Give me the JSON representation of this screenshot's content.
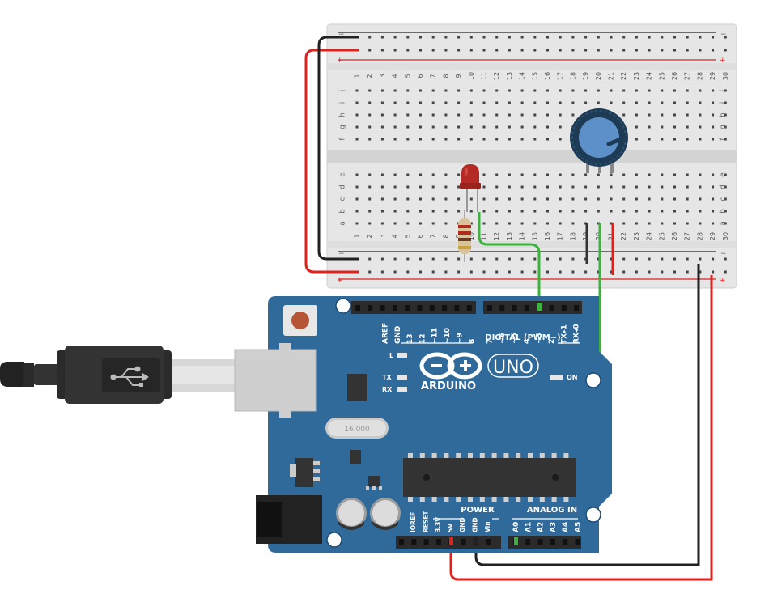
{
  "breadboard": {
    "column_numbers": [
      "1",
      "2",
      "3",
      "4",
      "5",
      "6",
      "7",
      "8",
      "9",
      "10",
      "11",
      "12",
      "13",
      "14",
      "15",
      "16",
      "17",
      "18",
      "19",
      "20",
      "21",
      "22",
      "23",
      "24",
      "25",
      "26",
      "27",
      "28",
      "29",
      "30"
    ],
    "row_letters_top": [
      "j",
      "i",
      "h",
      "g",
      "f"
    ],
    "row_letters_bottom": [
      "e",
      "d",
      "c",
      "b",
      "a"
    ],
    "rail_minus": "−",
    "rail_plus": "+"
  },
  "arduino": {
    "brand": "ARDUINO",
    "model": "UNO",
    "on_label": "ON",
    "led_labels": [
      "L",
      "TX",
      "RX"
    ],
    "digital_header": "DIGITAL (PWM~)",
    "digital_pins": [
      "AREF",
      "GND",
      "13",
      "12",
      "~11",
      "~10",
      "~9",
      "8",
      "7",
      "~6",
      "~5",
      "4",
      "~3",
      "2",
      "TX▸1",
      "RX◂0"
    ],
    "power_header": "POWER",
    "analog_header": "ANALOG IN",
    "power_pins": [
      "IOREF",
      "RESET",
      "3.3V",
      "5V",
      "GND",
      "GND",
      "Vin"
    ],
    "analog_pins": [
      "A0",
      "A1",
      "A2",
      "A3",
      "A4",
      "A5"
    ],
    "crystal_text": "16.000"
  },
  "colors": {
    "board_blue": "#2f6a9b",
    "breadboard_body": "#e6e6e6",
    "wire_red": "#e0221f",
    "wire_black": "#222222",
    "wire_green": "#3cb33c",
    "led_red": "#b52a24",
    "pot_knob": "#5d8fc9"
  },
  "icons": [
    "usb-icon",
    "arduino-infinity-logo-icon"
  ]
}
